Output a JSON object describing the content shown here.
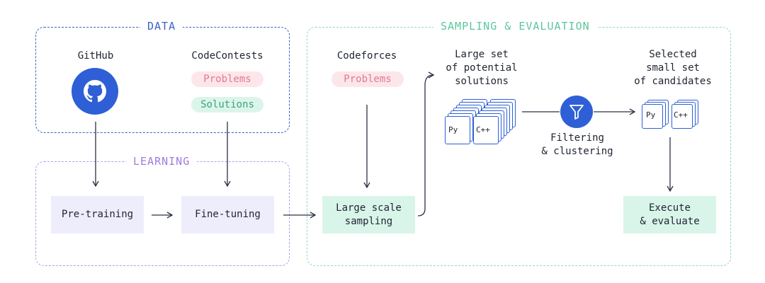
{
  "sections": {
    "data": "DATA",
    "learning": "LEARNING",
    "sampling": "SAMPLING & EVALUATION"
  },
  "colors": {
    "data_border": "#3b62c9",
    "learning_border": "#b89be8",
    "sampling_border": "#8fdcbf",
    "arrow": "#2a3142",
    "icon_blue": "#2f5fd6"
  },
  "data": {
    "github_label": "GitHub",
    "github_icon": "github-logo-icon",
    "codecontests_label": "CodeContests",
    "problems_pill": "Problems",
    "solutions_pill": "Solutions"
  },
  "learning": {
    "pretraining": "Pre-training",
    "finetuning": "Fine-tuning"
  },
  "sampling": {
    "codeforces_label": "Codeforces",
    "problems_pill": "Problems",
    "large_sampling_line1": "Large scale",
    "large_sampling_line2": "sampling",
    "large_set_line1": "Large set",
    "large_set_line2": "of potential",
    "large_set_line3": "solutions",
    "py_label": "Py",
    "cpp_label": "C++",
    "filter_icon": "funnel-icon",
    "filtering_line1": "Filtering",
    "filtering_line2": "& clustering",
    "selected_line1": "Selected",
    "selected_line2": "small set",
    "selected_line3": "of candidates",
    "execute_line1": "Execute",
    "execute_line2": "& evaluate"
  }
}
